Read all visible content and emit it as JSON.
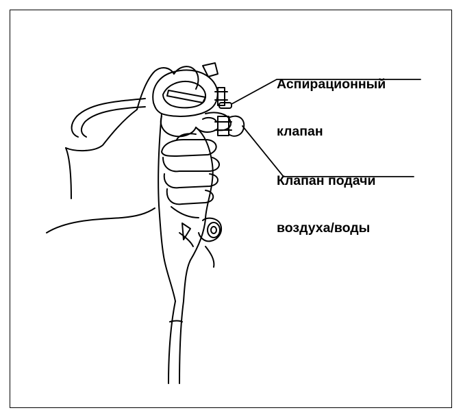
{
  "callouts": [
    {
      "id": "suction-valve",
      "line1": "Аспирационный",
      "line2": "клапан"
    },
    {
      "id": "air-water-valve",
      "line1": "Клапан подачи",
      "line2": "воздуха/воды"
    }
  ],
  "colors": {
    "ink": "#000000",
    "paper": "#ffffff"
  }
}
